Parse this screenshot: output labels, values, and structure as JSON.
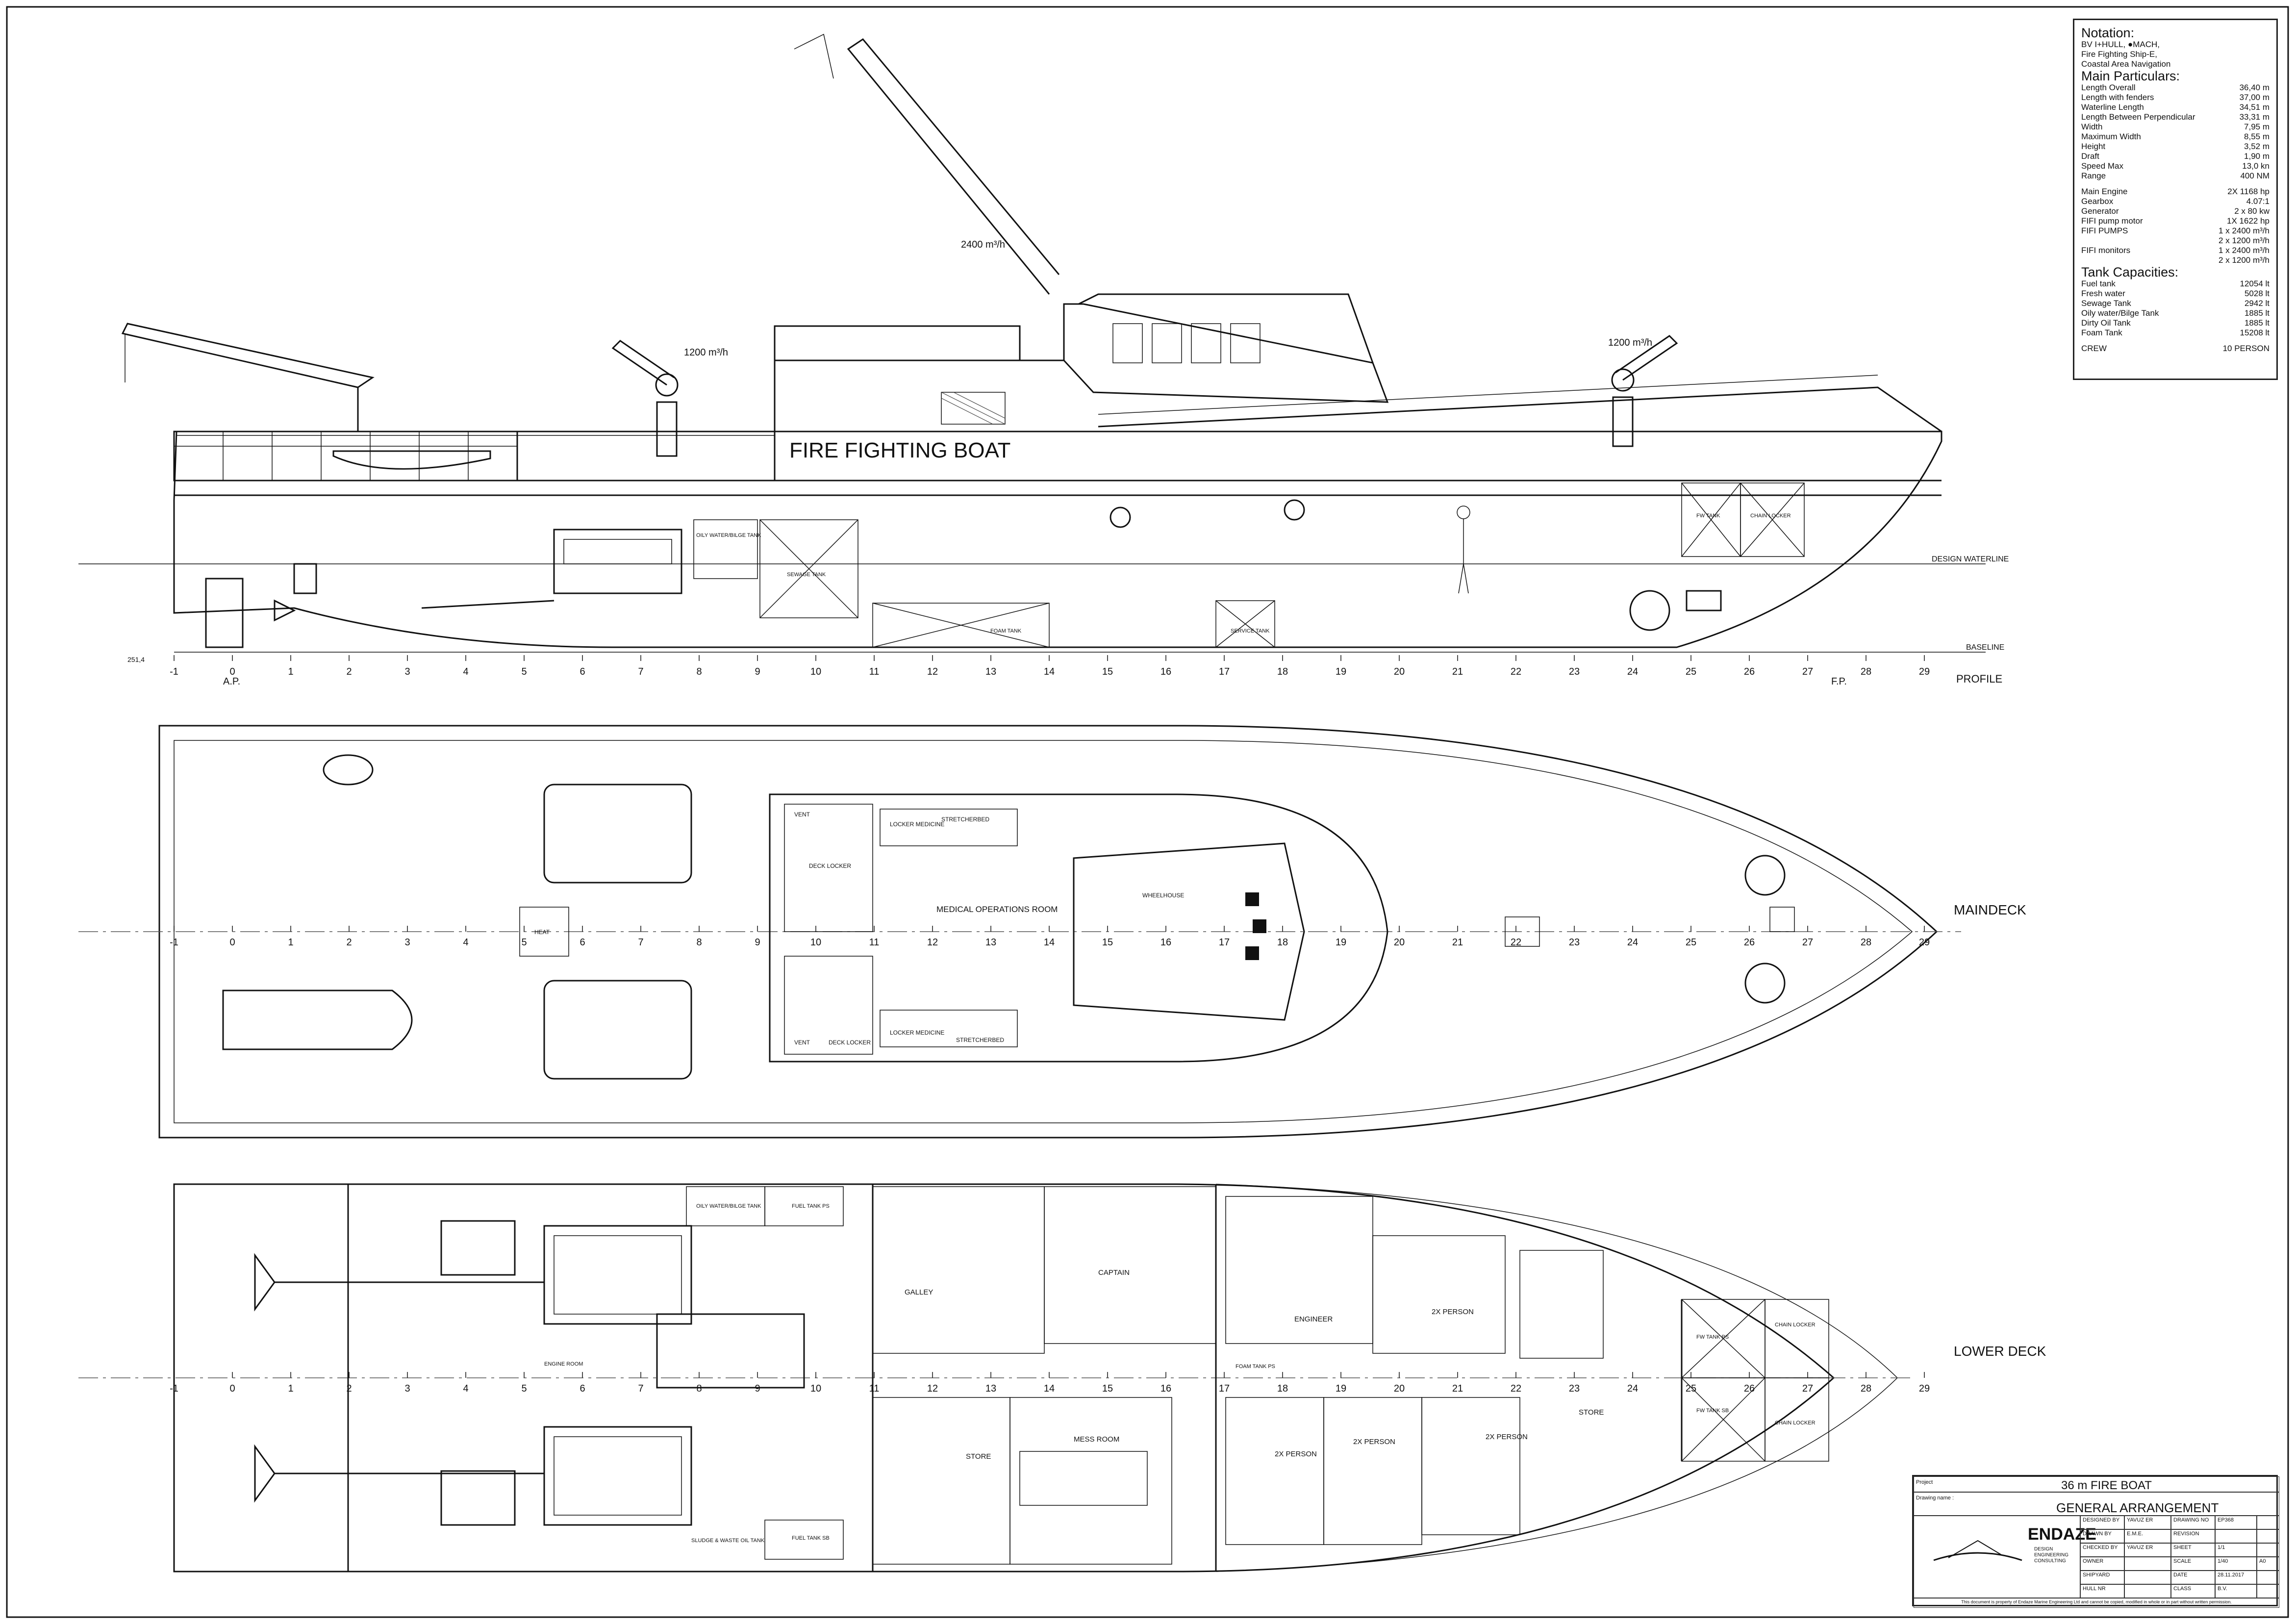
{
  "notation": {
    "heading": "Notation:",
    "lines": [
      "BV I+HULL, ●MACH,",
      "Fire Fighting Ship-E,",
      "Coastal Area Navigation"
    ]
  },
  "main_particulars": {
    "heading": "Main Particulars:",
    "rows": [
      {
        "label": "Length Overall",
        "value": "36,40 m"
      },
      {
        "label": "Length with fenders",
        "value": "37,00 m"
      },
      {
        "label": "Waterline Length",
        "value": "34,51 m"
      },
      {
        "label": "Length Between Perpendicular",
        "value": "33,31 m"
      },
      {
        "label": "Width",
        "value": "7,95 m"
      },
      {
        "label": "Maximum Width",
        "value": "8,55 m"
      },
      {
        "label": "Height",
        "value": "3,52 m"
      },
      {
        "label": "Draft",
        "value": "1,90 m"
      },
      {
        "label": "Speed Max",
        "value": "13,0 kn"
      },
      {
        "label": "Range",
        "value": "400 NM"
      }
    ],
    "rows2": [
      {
        "label": "Main Engine",
        "value": "2X 1168 hp"
      },
      {
        "label": "Gearbox",
        "value": "4.07:1"
      },
      {
        "label": "Generator",
        "value": "2 x 80 kw"
      },
      {
        "label": "FIFI pump motor",
        "value": "1X 1622 hp"
      },
      {
        "label": "FIFI PUMPS",
        "value": "1 x 2400 m³/h"
      },
      {
        "label": "",
        "value": "2 x 1200 m³/h"
      },
      {
        "label": "FIFI monitors",
        "value": "1 x 2400 m³/h"
      },
      {
        "label": "",
        "value": "2 x 1200 m³/h"
      }
    ]
  },
  "tank_capacities": {
    "heading": "Tank Capacities:",
    "rows": [
      {
        "label": "Fuel tank",
        "value": "12054 lt"
      },
      {
        "label": "Fresh water",
        "value": "5028 lt"
      },
      {
        "label": "Sewage Tank",
        "value": "2942 lt"
      },
      {
        "label": "Oily water/Bilge Tank",
        "value": "1885 lt"
      },
      {
        "label": "Dirty Oil Tank",
        "value": "1885 lt"
      },
      {
        "label": "Foam Tank",
        "value": "15208 lt"
      }
    ],
    "crew": {
      "label": "CREW",
      "value": "10 PERSON"
    }
  },
  "profile": {
    "hull_text": "FIRE FIGHTING BOAT",
    "view_label": "PROFILE",
    "waterline_label": "DESIGN WATERLINE",
    "baseline_label": "BASELINE",
    "ap_label": "A.P.",
    "fp_label": "F.P.",
    "monitor_aft": "1200 m³/h",
    "monitor_fwd": "1200 m³/h",
    "monitor_main": "2400 m³/h",
    "dim_label": "251,4",
    "frames": [
      "-1",
      "0",
      "1",
      "2",
      "3",
      "4",
      "5",
      "6",
      "7",
      "8",
      "9",
      "10",
      "11",
      "12",
      "13",
      "14",
      "15",
      "16",
      "17",
      "18",
      "19",
      "20",
      "21",
      "22",
      "23",
      "24",
      "25",
      "26",
      "27",
      "28",
      "29"
    ],
    "tank_labels": [
      "OILY WATER/BILGE TANK",
      "SEWAGE TANK",
      "FOAM TANK",
      "SERVICE TANK",
      "FW TANK",
      "CHAIN LOCKER"
    ]
  },
  "maindeck": {
    "label": "MAINDECK",
    "room_medical": "MEDICAL OPERATIONS ROOM",
    "room_wheelhouse": "WHEELHOUSE",
    "labels": [
      "VENT",
      "DECK LOCKER",
      "LOCKER MEDICINE",
      "STRETCHERBED",
      "VENT",
      "DECK LOCKER",
      "LOCKER MEDICINE",
      "STRETCHERBED",
      "HEAT"
    ],
    "frames": [
      "-1",
      "0",
      "1",
      "2",
      "3",
      "4",
      "5",
      "6",
      "7",
      "8",
      "9",
      "10",
      "11",
      "12",
      "13",
      "14",
      "15",
      "16",
      "17",
      "18",
      "19",
      "20",
      "21",
      "22",
      "23",
      "24",
      "25",
      "26",
      "27",
      "28",
      "29"
    ]
  },
  "lowerdeck": {
    "label": "LOWER DECK",
    "rooms": [
      "GALLEY",
      "CAPTAIN",
      "ENGINEER",
      "2X PERSON",
      "2X PERSON",
      "2X PERSON",
      "2X PERSON",
      "STORE",
      "MESS ROOM",
      "STORE",
      "ENGINE ROOM"
    ],
    "tank_labels": [
      "OILY WATER/BILGE TANK",
      "FUEL TANK PS",
      "FUEL TANK SB",
      "SLUDGE & WASTE OIL TANK",
      "FOAM TANK PS",
      "FW TANK PS",
      "CHAIN LOCKER",
      "FW TANK SB",
      "CHAIN LOCKER"
    ],
    "frames": [
      "-1",
      "0",
      "1",
      "2",
      "3",
      "4",
      "5",
      "6",
      "7",
      "8",
      "9",
      "10",
      "11",
      "12",
      "13",
      "14",
      "15",
      "16",
      "17",
      "18",
      "19",
      "20",
      "21",
      "22",
      "23",
      "24",
      "25",
      "26",
      "27",
      "28",
      "29"
    ]
  },
  "titleblock": {
    "project_label": "Project",
    "project": "36 m FIRE BOAT",
    "drawing_name_label": "Drawing name :",
    "drawing_name": "GENERAL ARRANGEMENT",
    "company": "ENDAZE",
    "company_sub": [
      "DESIGN",
      "ENGINEERING",
      "CONSULTING"
    ],
    "cells": [
      {
        "k": "DESIGNED BY",
        "v": "YAVUZ ER",
        "k2": "DRAWING NO",
        "v2": "EP368"
      },
      {
        "k": "DRAWN BY",
        "v": "E.M.E.",
        "k2": "REVISION",
        "v2": ""
      },
      {
        "k": "CHECKED BY",
        "v": "YAVUZ ER",
        "k2": "SHEET",
        "v2": "1/1"
      },
      {
        "k": "OWNER",
        "v": "",
        "k2": "SCALE",
        "v2": "1/40"
      },
      {
        "k": "SHIPYARD",
        "v": "",
        "k2": "DATE",
        "v2": "28.11.2017"
      },
      {
        "k": "HULL NR",
        "v": "",
        "k2": "CLASS",
        "v2": "B.V."
      }
    ],
    "paper": "A0",
    "footer": "This document is property of Endaze Marine Engineering Ltd and cannot be copied, modified in whole or in part without written permission."
  }
}
